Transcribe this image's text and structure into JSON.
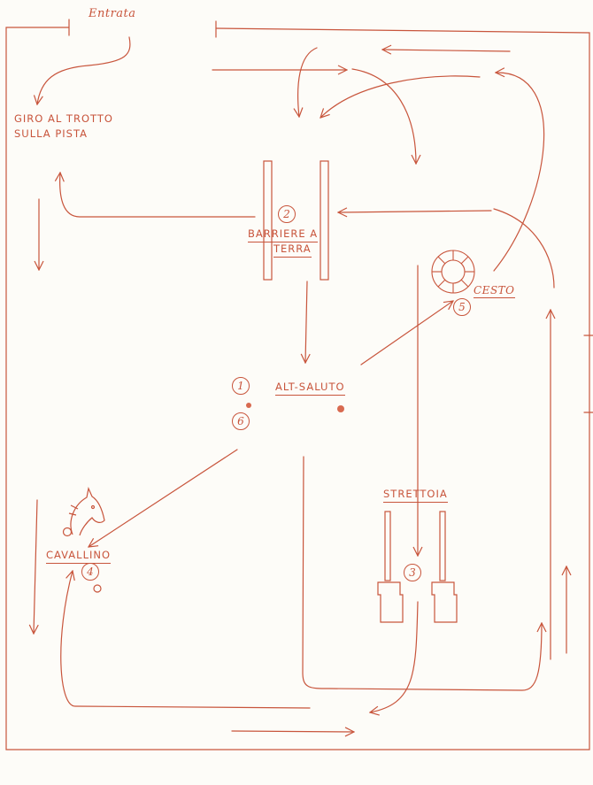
{
  "colors": {
    "ink": "#c8553c",
    "paper": "#fdfcf8"
  },
  "labels": {
    "entrance": "Entrata",
    "trot_line1": "GIRO AL TROTTO",
    "trot_line2": "SULLA PISTA",
    "poles_line1": "BARRIERE A",
    "poles_line2": "TERRA",
    "halt": "ALT-SALUTO",
    "basket": "CESTO",
    "narrow": "STRETTOIA",
    "hobby_horse": "CAVALLINO"
  },
  "stations": {
    "halt_salute": "1",
    "ground_poles": "2",
    "narrow_passage": "3",
    "hobby_horse": "4",
    "basket": "5",
    "final_halt": "6"
  },
  "icons": [
    "horse-head-icon",
    "basket-icon"
  ]
}
